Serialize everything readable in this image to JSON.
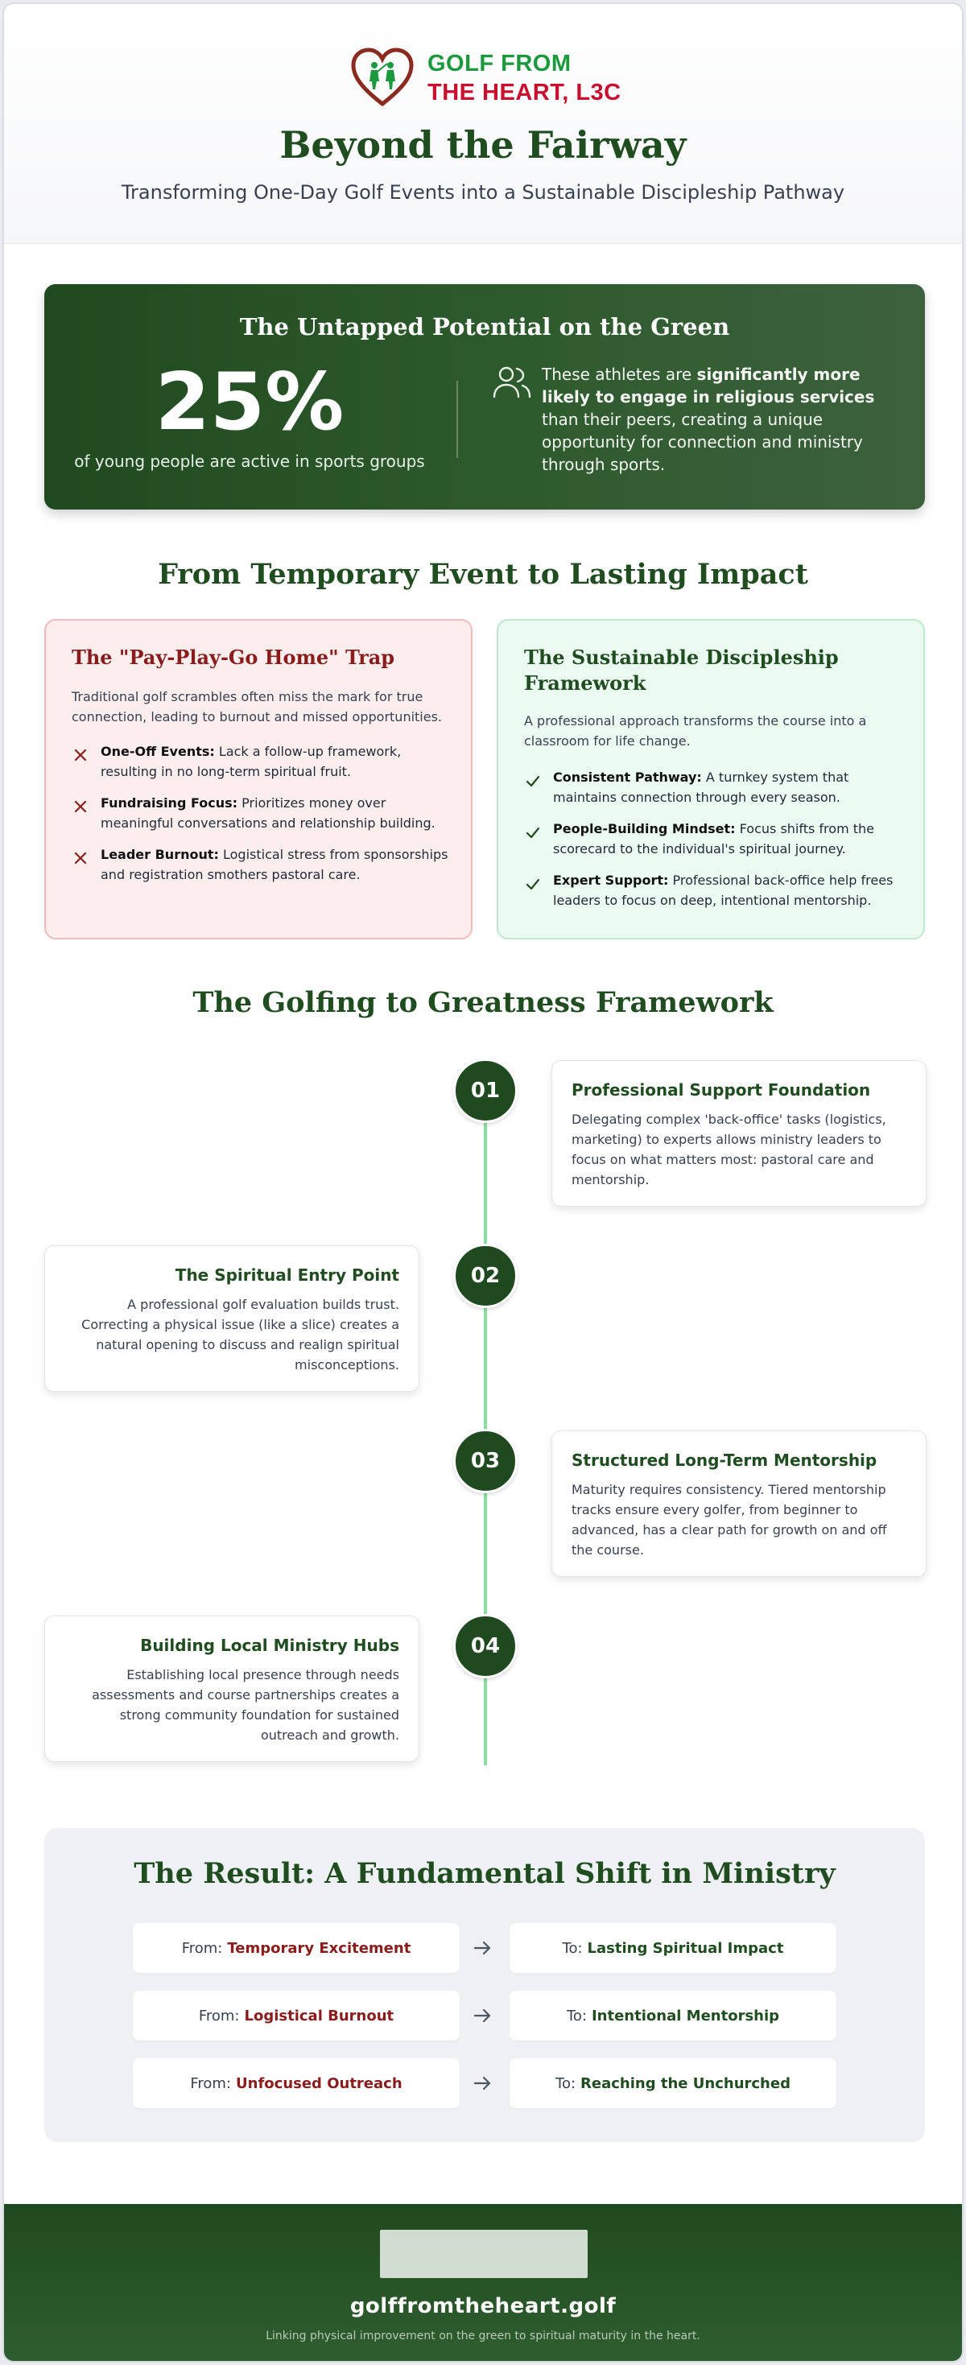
{
  "header": {
    "logo_line1": "GOLF FROM",
    "logo_line2": "THE HEART, L3C",
    "title": "Beyond the Fairway",
    "subtitle": "Transforming One-Day Golf Events into a Sustainable Discipleship Pathway"
  },
  "stat": {
    "heading": "The Untapped Potential on the Green",
    "number": "25%",
    "caption": "of young people are active in sports groups",
    "text_before": "These athletes are ",
    "text_bold": "significantly more likely to engage in religious services",
    "text_after": " than their peers, creating a unique opportunity for connection and ministry through sports.",
    "icon": "users-icon"
  },
  "comparison": {
    "title": "From Temporary Event to Lasting Impact",
    "trap": {
      "title": "The \"Pay-Play-Go Home\" Trap",
      "desc": "Traditional golf scrambles often miss the mark for true connection, leading to burnout and missed opportunities.",
      "items": [
        {
          "label": "One-Off Events:",
          "text": " Lack a follow-up framework, resulting in no long-term spiritual fruit."
        },
        {
          "label": "Fundraising Focus:",
          "text": " Prioritizes money over meaningful conversations and relationship building."
        },
        {
          "label": "Leader Burnout:",
          "text": " Logistical stress from sponsorships and registration smothers pastoral care."
        }
      ]
    },
    "pathway": {
      "title": "The Sustainable Discipleship Framework",
      "desc": "A professional approach transforms the course into a classroom for life change.",
      "items": [
        {
          "label": "Consistent Pathway:",
          "text": " A turnkey system that maintains connection through every season."
        },
        {
          "label": "People-Building Mindset:",
          "text": " Focus shifts from the scorecard to the individual's spiritual journey."
        },
        {
          "label": "Expert Support:",
          "text": " Professional back-office help frees leaders to focus on deep, intentional mentorship."
        }
      ]
    }
  },
  "framework": {
    "title": "The Golfing to Greatness Framework",
    "steps": [
      {
        "num": "01",
        "title": "Professional Support Foundation",
        "desc": "Delegating complex 'back-office' tasks (logistics, marketing) to experts allows ministry leaders to focus on what matters most: pastoral care and mentorship."
      },
      {
        "num": "02",
        "title": "The Spiritual Entry Point",
        "desc": "A professional golf evaluation builds trust. Correcting a physical issue (like a slice) creates a natural opening to discuss and realign spiritual misconceptions."
      },
      {
        "num": "03",
        "title": "Structured Long-Term Mentorship",
        "desc": "Maturity requires consistency. Tiered mentorship tracks ensure every golfer, from beginner to advanced, has a clear path for growth on and off the course."
      },
      {
        "num": "04",
        "title": "Building Local Ministry Hubs",
        "desc": "Establishing local presence through needs assessments and course partnerships creates a strong community foundation for sustained outreach and growth."
      }
    ]
  },
  "result": {
    "title": "The Result: A Fundamental Shift in Ministry",
    "from_prefix": "From:",
    "to_prefix": "To:",
    "rows": [
      {
        "from": "Temporary Excitement",
        "to": "Lasting Spiritual Impact"
      },
      {
        "from": "Logistical Burnout",
        "to": "Intentional Mentorship"
      },
      {
        "from": "Unfocused Outreach",
        "to": "Reaching the Unchurched"
      }
    ]
  },
  "footer": {
    "site": "golffromtheheart.golf",
    "tagline": "Linking physical improvement on the green to spiritual maturity in the heart."
  },
  "colors": {
    "brand_green": "#1f4a1f",
    "accent_red": "#8a1c1c",
    "logo_green": "#1a9a3d",
    "logo_red": "#c8102e",
    "timeline_green": "#86e0a0"
  }
}
